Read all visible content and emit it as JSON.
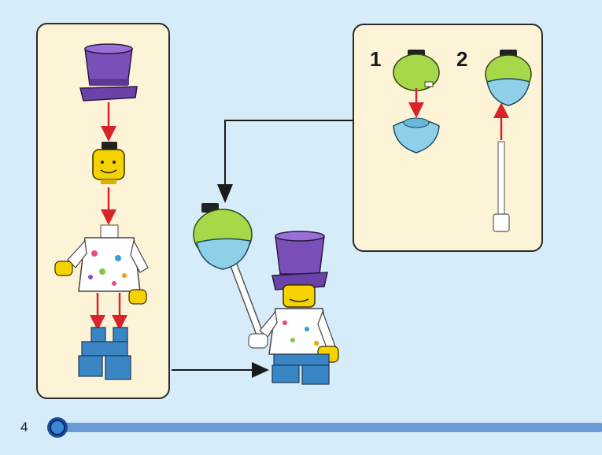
{
  "page": {
    "number": "4",
    "progress": 0.0
  },
  "steps": {
    "sub_step_1": "1",
    "sub_step_2": "2"
  },
  "colors": {
    "background": "#d6ecf8",
    "panel": "#fdf3d6",
    "arrow_red": "#d8232a",
    "hat_purple": "#7b4fb8",
    "head_yellow": "#f5d200",
    "legs_blue": "#3a86c4",
    "balloon_lime": "#a6d84a",
    "balloon_cyan": "#8fcfe8",
    "progress_bar": "#6b9bd6"
  },
  "icons": [
    "top-hat",
    "minifig-head",
    "minifig-torso",
    "minifig-legs",
    "balloon-top",
    "balloon-bottom",
    "balloon-stick"
  ]
}
